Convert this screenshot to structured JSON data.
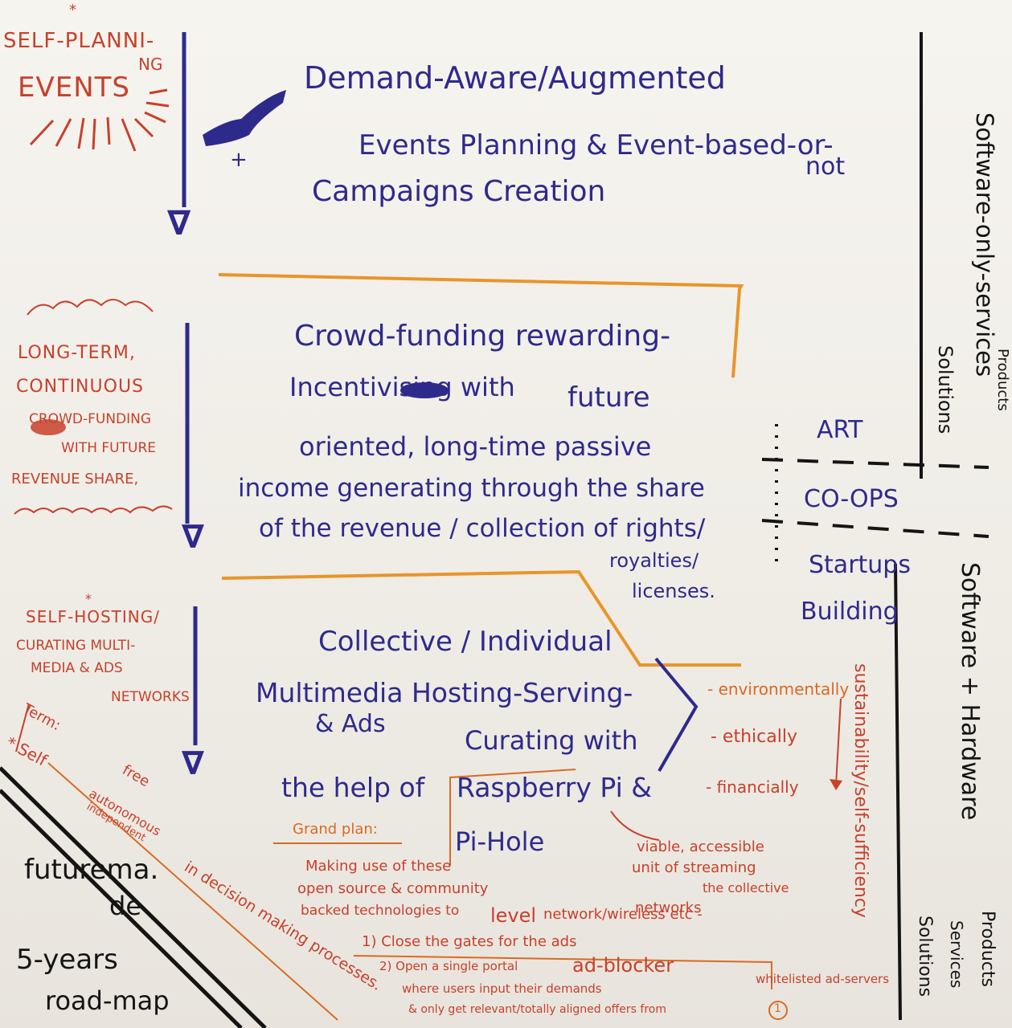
{
  "left_column": {
    "star1": "*",
    "self_planning_1": "SELF-PLANNI-",
    "self_planning_2": "NG",
    "events": "EVENTS",
    "long_term": "LONG-TERM,",
    "continuous": "CONTINUOUS",
    "crowd_funding": "CROWD-FUNDING",
    "with_future": "WITH FUTURE",
    "revenue_share": "REVENUE SHARE,",
    "star2": "*",
    "self_hosting": "SELF-HOSTING/",
    "curating_multi": "CURATING MULTI-",
    "media_ads": "MEDIA & ADS",
    "networks": "NETWORKS"
  },
  "arrow_glyph": "∇",
  "section1": {
    "line1": "Demand-Aware/Augmented",
    "plus": "+",
    "line2": "Events Planning & Event-based-or-",
    "line2b": "not",
    "line3": "Campaigns Creation"
  },
  "section2": {
    "line1": "Crowd-funding rewarding-",
    "line2a": "Incentivising with",
    "line2b": "future",
    "line3": "oriented, long-time passive",
    "line4": "income generating through the share",
    "line5": "of the revenue / collection of rights/",
    "line6": "royalties/",
    "line7": "licenses."
  },
  "section3": {
    "line1": "Collective / Individual",
    "line2": "Multimedia Hosting-Serving-",
    "line3a": "& Ads",
    "line3b": "Curating with",
    "line4a": "the help of",
    "line4b": "Raspberry Pi &",
    "line5": "Pi-Hole"
  },
  "sustainability": {
    "environmentally": "- environmentally",
    "ethically": "- ethically",
    "financially": "- financially",
    "vertical": "sustainability/self-sufficiency"
  },
  "grand_plan": {
    "heading": "Grand plan:",
    "l1": "Making use of these",
    "l2": "open source & community",
    "l3": "backed technologies to",
    "l4": "level",
    "l5": "network/wireless etc -",
    "l6": "1) Close the gates for the ads",
    "l7": "2) Open a single portal",
    "l8": "where users input their demands",
    "l9": "& only get relevant/totally aligned offers from",
    "adblocker": "ad-blocker",
    "viable1": "viable, accessible",
    "viable2": "unit of streaming",
    "viable3": "the collective",
    "viable4": "networks",
    "whitelisted": "whitelisted ad-servers",
    "circled": "1"
  },
  "term": {
    "label": "Term:",
    "self": "* Self",
    "free": "free",
    "autonomous": "autonomous",
    "independent": "independent",
    "decision": "in decision making processes."
  },
  "footer": {
    "brand1": "futurema.",
    "brand2": "de",
    "roadmap1": "5-years",
    "roadmap2": "road-map"
  },
  "right_column": {
    "top1": "Software-only-services",
    "top2": "Products",
    "top3": "Solutions",
    "bottom": "Software + Hardware",
    "br1": "Products",
    "br2": "Services",
    "br3": "Solutions",
    "art": "ART",
    "coops": "CO-OPS",
    "startups": "Startups",
    "building": "Building"
  },
  "colors": {
    "blue_ink": "#2e2a8c",
    "red_ink": "#c8402a",
    "orange_ink": "#d96a23",
    "black_ink": "#141414"
  }
}
